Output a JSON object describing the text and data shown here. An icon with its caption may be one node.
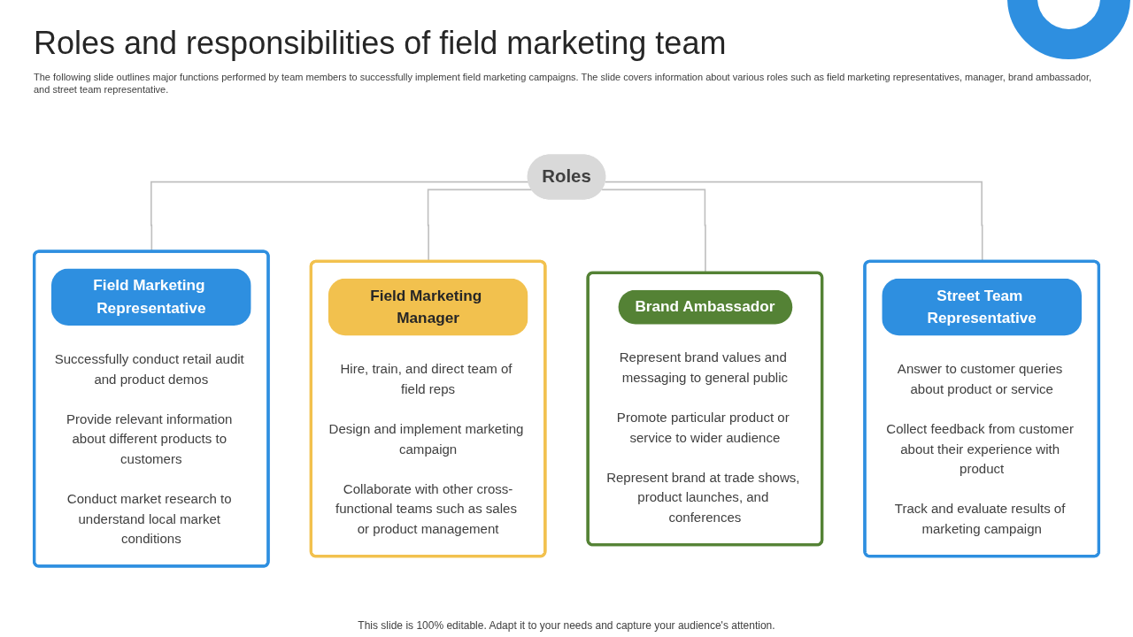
{
  "diagram": {
    "title": "Roles and responsibilities of field marketing team",
    "nodes": [
      {
        "text": [
          "Roles"
        ]
      },
      {
        "text": [
          "Field Marketing Representative",
          "Successfully conduct retail audit and product demos",
          "Provide relevant information about different products to customers",
          "Conduct market research to understand local market conditions"
        ]
      },
      {
        "text": [
          "Field Marketing Manager",
          "Hire, train, and direct team of field reps",
          "Design and implement marketing campaign",
          "Collaborate with other cross-functional teams such as sales or product management"
        ]
      },
      {
        "text": [
          "Brand Ambassador",
          "Represent brand values and messaging to general public",
          "Promote particular product or service to wider audience",
          "Represent brand at trade shows, product launches, and conferences"
        ]
      },
      {
        "text": [
          "Street Team Representative",
          "Answer to customer queries about product or service",
          "Collect feedback from customer about their experience with product",
          "Track and evaluate results of marketing campaign"
        ]
      }
    ],
    "edges": [
      {
        "from": 0,
        "to": 1,
        "arrow": "none"
      },
      {
        "from": 0,
        "to": 2,
        "arrow": "none"
      },
      {
        "from": 0,
        "to": 3,
        "arrow": "none"
      },
      {
        "from": 0,
        "to": 4,
        "arrow": "none"
      }
    ],
    "labels": [
      "The following slide outlines major functions performed by team members to successfully implement field marketing campaigns. The slide covers information about various roles such as field marketing representatives, manager, brand ambassador, and street team representative.",
      "This slide is 100% editable. Adapt it to your needs and capture your audience's attention."
    ]
  }
}
